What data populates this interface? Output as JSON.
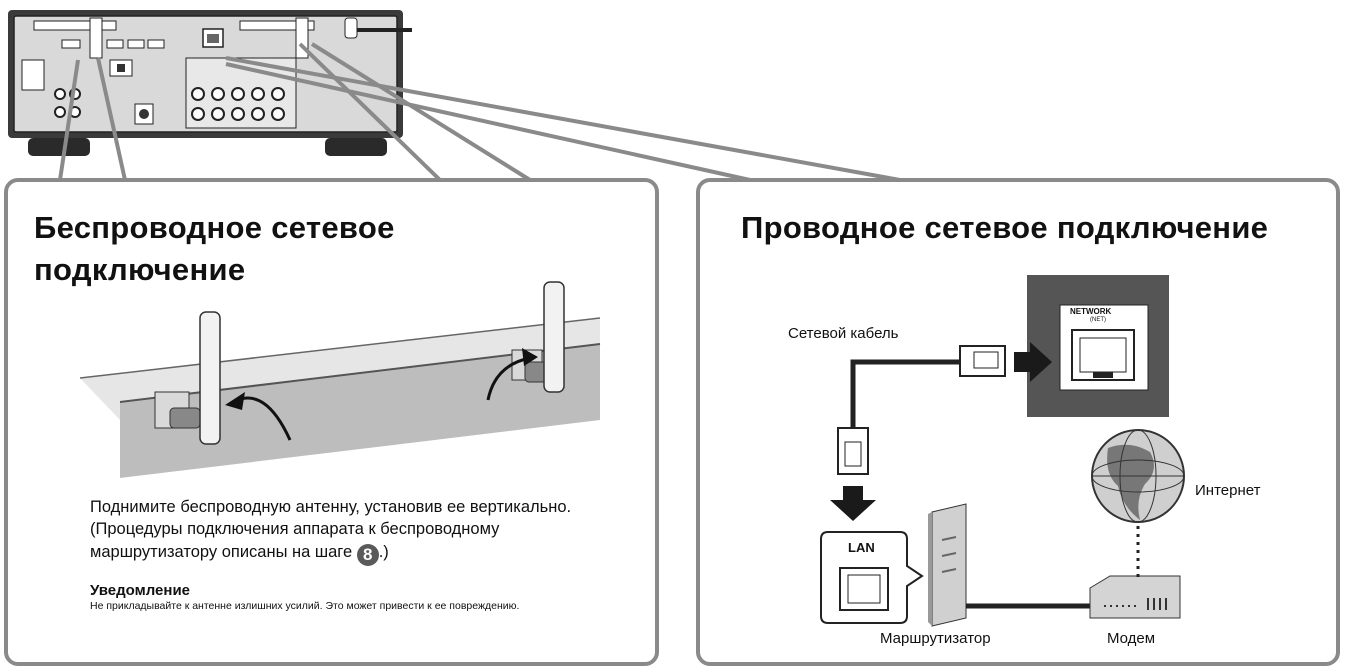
{
  "panels": {
    "wireless": {
      "title_line1": "Беспроводное сетевое",
      "title_line2": "подключение",
      "instruction_line1": "Поднимите беспроводную антенну, установив ее вертикально.",
      "instruction_line2": "(Процедуры подключения аппарата к беспроводному",
      "instruction_line3_prefix": "маршрутизатору описаны на шаге ",
      "step_number": "8",
      "instruction_line3_suffix": ".)",
      "notice_heading": "Уведомление",
      "notice_text": "Не прикладывайте к антенне излишних усилий. Это может привести к ее повреждению."
    },
    "wired": {
      "title": "Проводное сетевое подключение",
      "cable_label": "Сетевой кабель",
      "jack_label_top": "NETWORK",
      "jack_label_sub": "(NET)",
      "lan_label": "LAN",
      "internet_label": "Интернет",
      "router_label": "Маршрутизатор",
      "modem_label": "Модем"
    }
  },
  "colors": {
    "panel_border": "#8a8a8a",
    "device_body": "#3a3a3a",
    "network_box": "#555555",
    "arrow": "#1a1a1a"
  }
}
